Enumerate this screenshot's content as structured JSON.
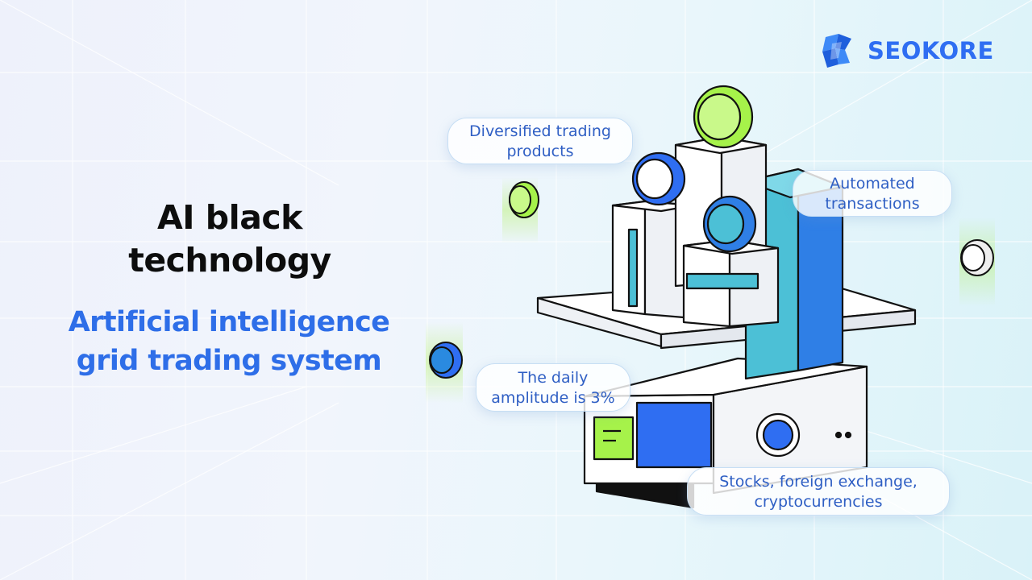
{
  "brand": {
    "name": "SEOKORE"
  },
  "headline": {
    "title": "AI black\ntechnology",
    "subtitle": "Artificial intelligence\ngrid trading system"
  },
  "features": [
    {
      "text": "Diversified trading\nproducts"
    },
    {
      "text": "Automated\ntransactions"
    },
    {
      "text": "The daily\namplitude is 3%"
    },
    {
      "text": "Stocks, foreign exchange,\ncryptocurrencies"
    }
  ],
  "icons": [
    "seokore-logo-icon",
    "coin-icon",
    "server-tower-icon"
  ],
  "colors": {
    "accent_blue": "#2f6ef2",
    "accent_green": "#a6f24a",
    "title_black": "#0d0d0d",
    "teal": "#4cc0d6"
  }
}
